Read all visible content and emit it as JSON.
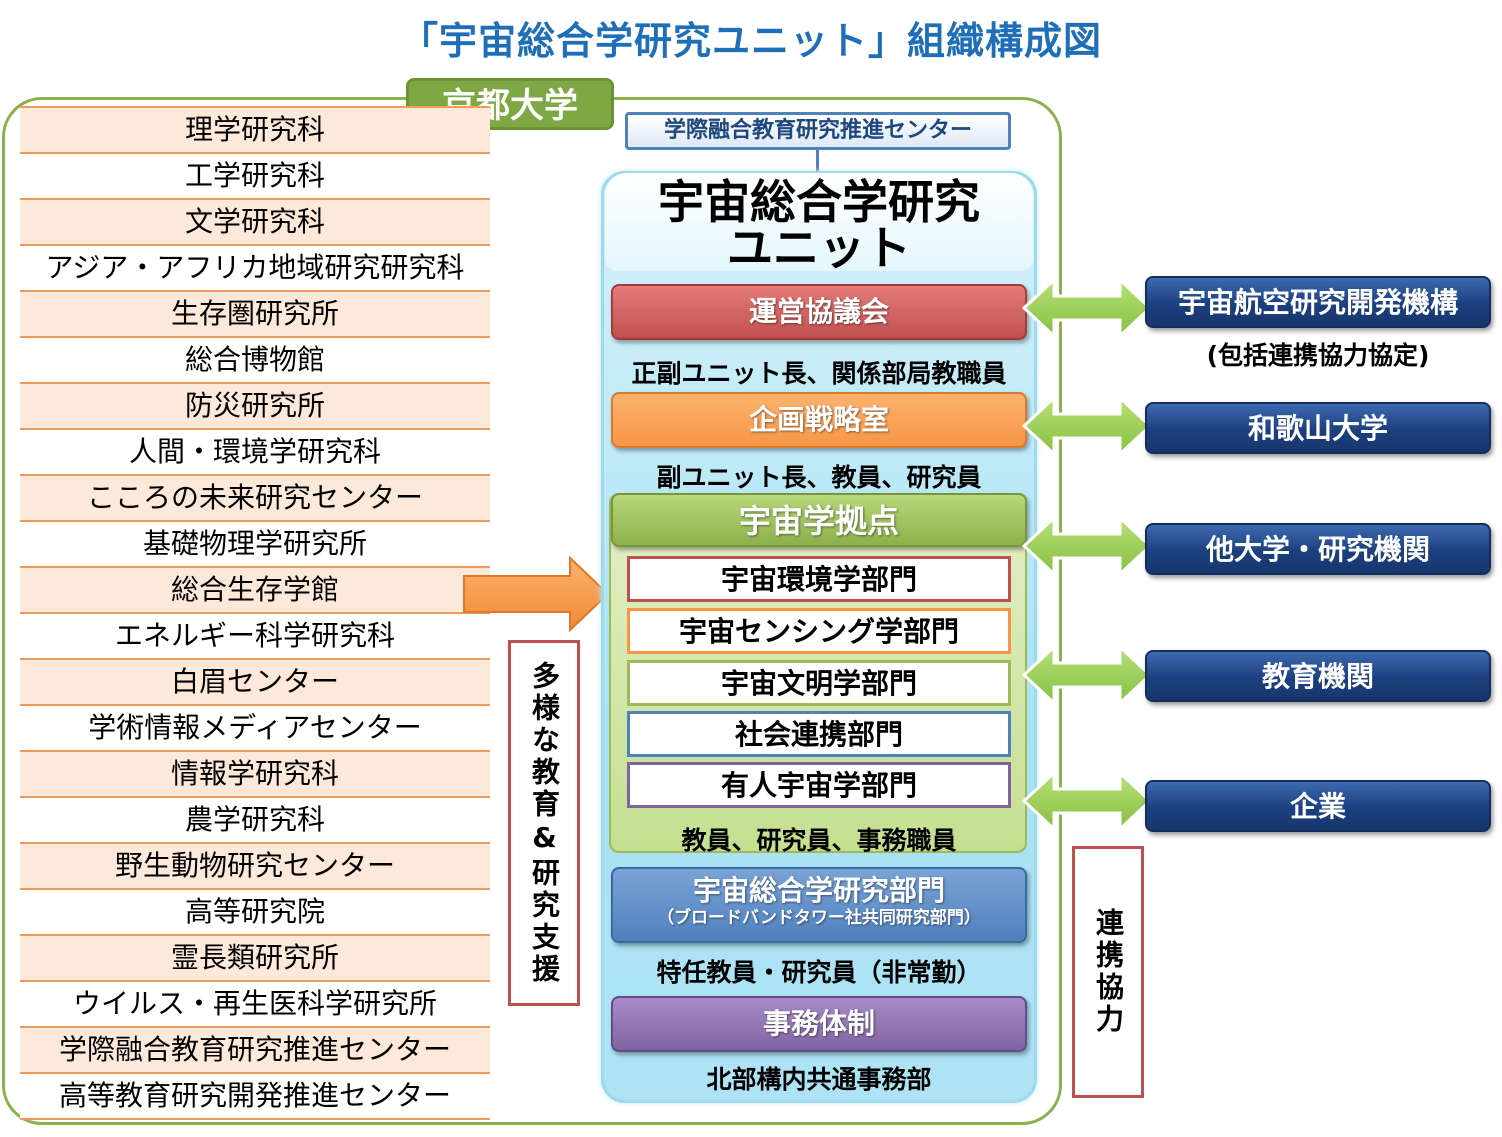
{
  "title": "「宇宙総合学研究ユニット」組織構成図",
  "university": "京都大学",
  "departments": [
    "理学研究科",
    "工学研究科",
    "文学研究科",
    "アジア・アフリカ地域研究研究科",
    "生存圏研究所",
    "総合博物館",
    "防災研究所",
    "人間・環境学研究科",
    "こころの未来研究センター",
    "基礎物理学研究所",
    "総合生存学館",
    "エネルギー科学研究科",
    "白眉センター",
    "学術情報メディアセンター",
    "情報学研究科",
    "農学研究科",
    "野生動物研究センター",
    "高等研究院",
    "霊長類研究所",
    "ウイルス・再生医科学研究所",
    "学際融合教育研究推進センター",
    "高等教育研究開発推進センター"
  ],
  "support_label": "多様な教育&研究支援",
  "center": "学際融合教育研究推進センター",
  "unit": {
    "line1": "宇宙総合学研究",
    "line2": "ユニット"
  },
  "council": {
    "label": "運営協議会",
    "caption": "正副ユニット長、関係部局教職員"
  },
  "planning": {
    "label": "企画戦略室",
    "caption": "副ユニット長、教員、研究員"
  },
  "base": {
    "label": "宇宙学拠点",
    "divisions": [
      "宇宙環境学部門",
      "宇宙センシング学部門",
      "宇宙文明学部門",
      "社会連携部門",
      "有人宇宙学部門"
    ],
    "caption": "教員、研究員、事務職員"
  },
  "comprehensive": {
    "label": "宇宙総合学研究部門",
    "sub": "（ブロードバンドタワー社共同研究部門）",
    "caption": "特任教員・研究員（非常勤）"
  },
  "office": {
    "label": "事務体制",
    "caption": "北部構内共通事務部"
  },
  "partners": [
    "宇宙航空研究開発機構",
    "和歌山大学",
    "他大学・研究機関",
    "教育機関",
    "企業"
  ],
  "partner_note": "(包括連携協力協定)",
  "collab_label": "連携協力",
  "colors": {
    "title": "#1f6fb8",
    "university_green": "#7fa845",
    "arrow_green": "#9bcf53",
    "arrow_orange": "#f79646",
    "partner_navy": "#1c3f7d"
  }
}
